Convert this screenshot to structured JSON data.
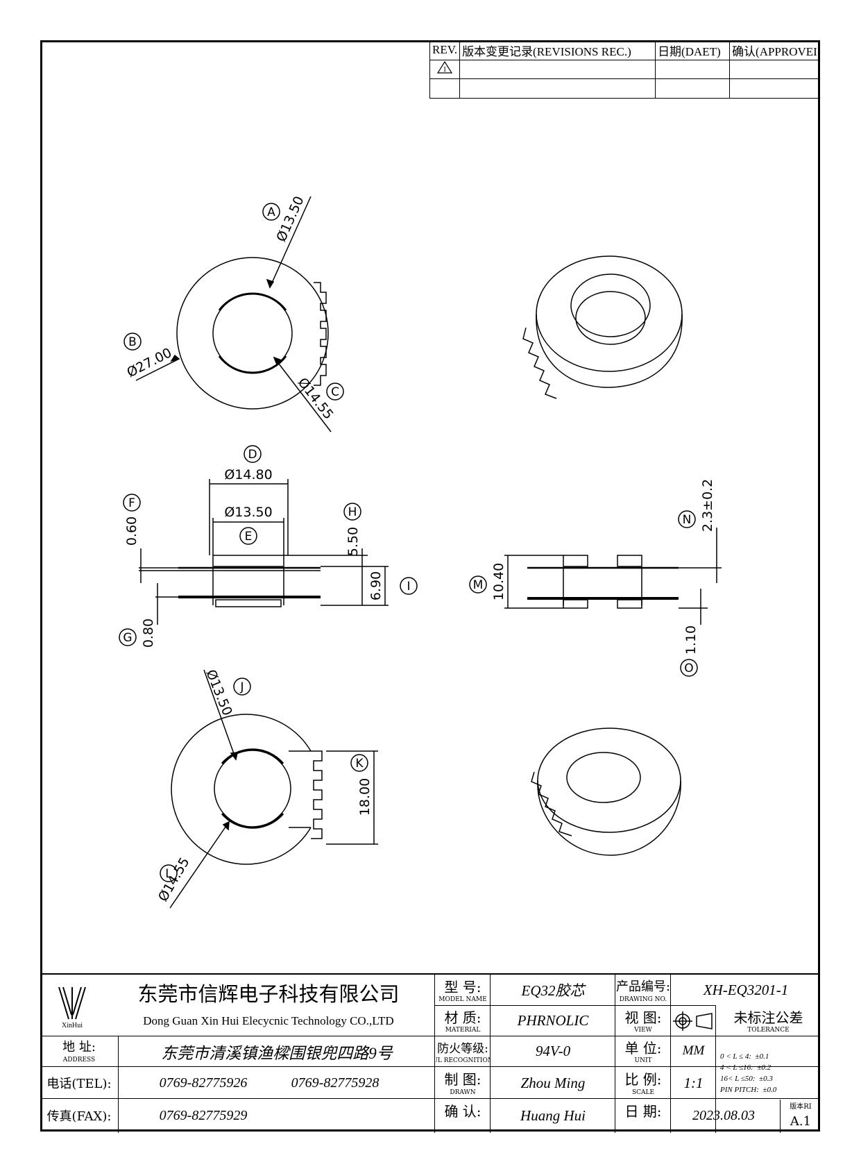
{
  "revision_table": {
    "headers": [
      "REV.",
      "版本变更记录(REVISIONS REC.)",
      "日期(DAET)",
      "确认(APPROVEI"
    ],
    "rows": [
      [
        "1",
        "",
        "",
        ""
      ],
      [
        "",
        "",
        "",
        ""
      ]
    ]
  },
  "dimensions": {
    "A": "Ø13.50",
    "B": "Ø27.00",
    "C": "Ø14.55",
    "D": "Ø14.80",
    "E": "Ø13.50",
    "F": "0.60",
    "G": "0.80",
    "H": "5.50",
    "I": "6.90",
    "J": "Ø13.50",
    "K": "18.00",
    "L": "Ø14.55",
    "M": "10.40",
    "N": "2.3±0.2",
    "O": "1.10"
  },
  "labels": [
    "A",
    "B",
    "C",
    "D",
    "E",
    "F",
    "G",
    "H",
    "I",
    "J",
    "K",
    "L",
    "M",
    "N",
    "O"
  ],
  "title_block": {
    "logo_text": "XinHui",
    "company_cn": "东莞市信辉电子科技有限公司",
    "company_en": "Dong Guan Xin Hui Elecycnic Technology CO.,LTD",
    "address_label": "地  址:",
    "address_label_en": "ADDRESS",
    "address": "东莞市清溪镇渔樑围银兜四路9号",
    "tel_label": "电话(TEL):",
    "tel1": "0769-82775926",
    "tel2": "0769-82775928",
    "fax_label": "传真(FAX):",
    "fax": "0769-82775929",
    "model_label": "型  号:",
    "model_label_en": "MODEL NAME",
    "model": "EQ32胶芯",
    "material_label": "材  质:",
    "material_label_en": "MATERIAL",
    "material": "PHRNOLIC",
    "ul_label": "防火等级:",
    "ul_label_en": "UL RECOGNITION",
    "ul": "94V-0",
    "drawn_label": "制  图:",
    "drawn_label_en": "DRAWN",
    "drawn": "Zhou Ming",
    "confirm_label": "确  认:",
    "confirm": "Huang Hui",
    "drawing_no_label": "产品编号:",
    "drawing_no_label_en": "DRAWING NO.",
    "drawing_no": "XH-EQ3201-1",
    "view_label": "视  图:",
    "view_label_en": "VIEW",
    "unit_label": "单  位:",
    "unit_label_en": "UNIT",
    "unit": "MM",
    "scale_label": "比  例:",
    "scale_label_en": "SCALE",
    "scale": "1:1",
    "date_label": "日  期:",
    "date": "2023.08.03",
    "tolerance_title": "未标注公差",
    "tolerance_title_en": "TOLERANCE",
    "tolerance_rows": [
      [
        "0 < L ≤ 4:",
        "±0.1"
      ],
      [
        "4 < L ≤16:",
        "±0.2"
      ],
      [
        "16< L ≤50:",
        "±0.3"
      ],
      [
        "PIN PITCH:",
        "±0.0"
      ]
    ],
    "version_label": "版本RI",
    "version": "A.1"
  }
}
